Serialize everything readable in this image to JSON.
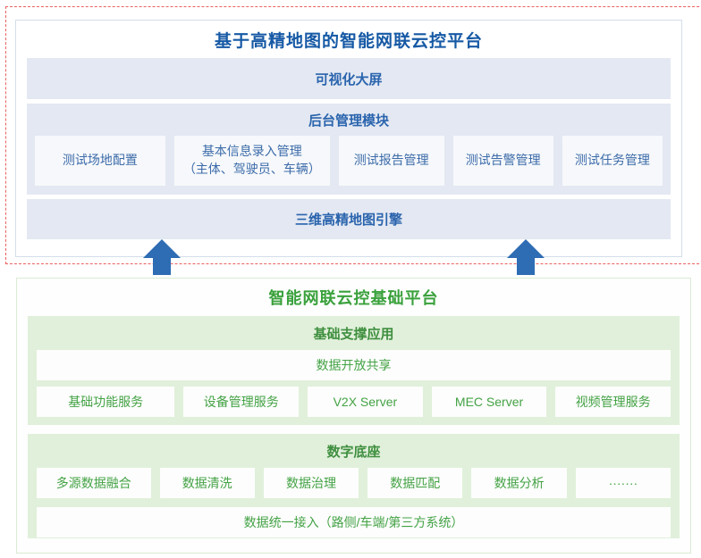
{
  "colors": {
    "top_title_blue": "#1659a5",
    "bar_label_blue": "#2a64ad",
    "item_text_blue": "#3c6ba9",
    "blue_bar_bg": "#e3e8f2",
    "blue_item_bg": "#f6f8fb",
    "red_dash_border": "#ec5f5f",
    "arrow_blue": "#2e6cb4",
    "green_title": "#3aa13c",
    "green_section_bg": "#e1f0db",
    "green_text": "#44a245",
    "green_border": "#d9ebd3"
  },
  "top_platform": {
    "title": "基于高精地图的智能网联云控平台",
    "visualization_bar": "可视化大屏",
    "management_module": {
      "label": "后台管理模块",
      "items": [
        {
          "label": "测试场地配置",
          "sublabel": ""
        },
        {
          "label": "基本信息录入管理",
          "sublabel": "（主体、驾驶员、车辆）"
        },
        {
          "label": "测试报告管理",
          "sublabel": ""
        },
        {
          "label": "测试告警管理",
          "sublabel": ""
        },
        {
          "label": "测试任务管理",
          "sublabel": ""
        }
      ]
    },
    "map_engine_bar": "三维高精地图引擎"
  },
  "base_platform": {
    "title": "智能网联云控基础平台",
    "support_section": {
      "label": "基础支撑应用",
      "full_bar": "数据开放共享",
      "items": [
        "基础功能服务",
        "设备管理服务",
        "V2X Server",
        "MEC Server",
        "视频管理服务"
      ]
    },
    "digital_base_section": {
      "label": "数字底座",
      "items": [
        "多源数据融合",
        "数据清洗",
        "数据治理",
        "数据匹配",
        "数据分析",
        "·······"
      ],
      "full_bar": "数据统一接入（路侧/车端/第三方系统）"
    }
  }
}
